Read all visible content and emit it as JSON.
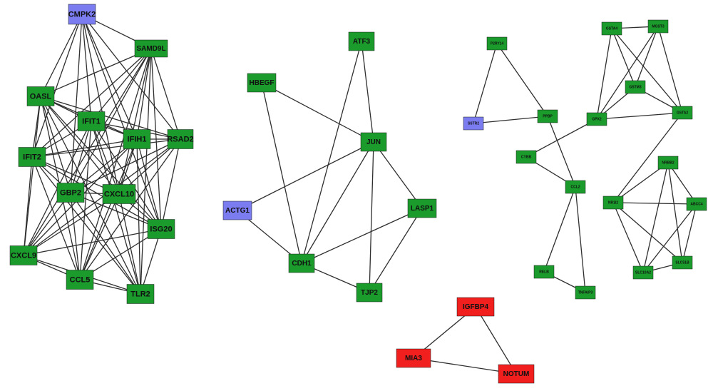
{
  "colors": {
    "green": "#1b9b2c",
    "blue": "#7b7cf0",
    "red": "#f21f1f",
    "edge": "#2f2f2f"
  },
  "networks": [
    {
      "id": "net-interferon",
      "nodes": [
        {
          "id": "CMPK2",
          "label": "CMPK2",
          "color": "blue"
        },
        {
          "id": "SAMD9L",
          "label": "SAMD9L",
          "color": "green"
        },
        {
          "id": "OASL",
          "label": "OASL",
          "color": "green"
        },
        {
          "id": "IFIT1",
          "label": "IFIT1",
          "color": "green"
        },
        {
          "id": "IFIH1",
          "label": "IFIH1",
          "color": "green"
        },
        {
          "id": "RSAD2",
          "label": "RSAD2",
          "color": "green"
        },
        {
          "id": "IFIT2",
          "label": "IFIT2",
          "color": "green"
        },
        {
          "id": "GBP2",
          "label": "GBP2",
          "color": "green"
        },
        {
          "id": "CXCL10",
          "label": "CXCL10",
          "color": "green"
        },
        {
          "id": "ISG20",
          "label": "ISG20",
          "color": "green"
        },
        {
          "id": "CXCL9",
          "label": "CXCL9",
          "color": "green"
        },
        {
          "id": "CCL5",
          "label": "CCL5",
          "color": "green"
        },
        {
          "id": "TLR2",
          "label": "TLR2",
          "color": "green"
        }
      ]
    },
    {
      "id": "net-jun",
      "nodes": [
        {
          "id": "ATF3",
          "label": "ATF3",
          "color": "green"
        },
        {
          "id": "HBEGF",
          "label": "HBEGF",
          "color": "green"
        },
        {
          "id": "JUN",
          "label": "JUN",
          "color": "green"
        },
        {
          "id": "ACTG1",
          "label": "ACTG1",
          "color": "blue"
        },
        {
          "id": "LASP1",
          "label": "LASP1",
          "color": "green"
        },
        {
          "id": "CDH1",
          "label": "CDH1",
          "color": "green"
        },
        {
          "id": "TJP2",
          "label": "TJP2",
          "color": "green"
        }
      ]
    },
    {
      "id": "net-gst",
      "nodes": [
        {
          "id": "P2RY14",
          "label": "P2RY14",
          "color": "green"
        },
        {
          "id": "SSTR2",
          "label": "SSTR2",
          "color": "blue"
        },
        {
          "id": "PPBP",
          "label": "PPBP",
          "color": "green"
        },
        {
          "id": "GSTA4",
          "label": "GSTA4",
          "color": "green"
        },
        {
          "id": "MGST3",
          "label": "MGST3",
          "color": "green"
        },
        {
          "id": "GSTM3",
          "label": "GSTM3",
          "color": "green"
        },
        {
          "id": "GPX2",
          "label": "GPX2",
          "color": "green"
        },
        {
          "id": "GSTA2",
          "label": "GSTA2",
          "color": "green"
        },
        {
          "id": "CYBB",
          "label": "CYBB",
          "color": "green"
        },
        {
          "id": "CCL2",
          "label": "CCL2",
          "color": "green"
        },
        {
          "id": "NRBB2",
          "label": "NRBB2",
          "color": "green"
        },
        {
          "id": "NR1I2",
          "label": "NR1I2",
          "color": "green"
        },
        {
          "id": "ABCC4",
          "label": "ABCC4",
          "color": "green"
        },
        {
          "id": "SLC51B",
          "label": "SLC51B",
          "color": "green"
        },
        {
          "id": "SLC10A2",
          "label": "SLC10A2",
          "color": "green"
        },
        {
          "id": "RELB",
          "label": "RELB",
          "color": "green"
        },
        {
          "id": "TNFAIP3",
          "label": "TNFAIP3",
          "color": "green"
        }
      ]
    },
    {
      "id": "net-igfbp",
      "nodes": [
        {
          "id": "IGFBP4",
          "label": "IGFBP4",
          "color": "red"
        },
        {
          "id": "MIA3",
          "label": "MIA3",
          "color": "red"
        },
        {
          "id": "NOTUM",
          "label": "NOTUM",
          "color": "red"
        }
      ]
    }
  ],
  "edges": [
    [
      "CMPK2",
      "SAMD9L"
    ],
    [
      "CMPK2",
      "OASL"
    ],
    [
      "CMPK2",
      "IFIT1"
    ],
    [
      "CMPK2",
      "IFIH1"
    ],
    [
      "CMPK2",
      "RSAD2"
    ],
    [
      "CMPK2",
      "IFIT2"
    ],
    [
      "CMPK2",
      "GBP2"
    ],
    [
      "CMPK2",
      "CXCL10"
    ],
    [
      "CMPK2",
      "ISG20"
    ],
    [
      "SAMD9L",
      "OASL"
    ],
    [
      "SAMD9L",
      "IFIT1"
    ],
    [
      "SAMD9L",
      "IFIH1"
    ],
    [
      "SAMD9L",
      "RSAD2"
    ],
    [
      "SAMD9L",
      "IFIT2"
    ],
    [
      "SAMD9L",
      "GBP2"
    ],
    [
      "SAMD9L",
      "CXCL10"
    ],
    [
      "SAMD9L",
      "ISG20"
    ],
    [
      "SAMD9L",
      "CXCL9"
    ],
    [
      "SAMD9L",
      "CCL5"
    ],
    [
      "SAMD9L",
      "TLR2"
    ],
    [
      "OASL",
      "IFIT1"
    ],
    [
      "OASL",
      "IFIH1"
    ],
    [
      "OASL",
      "RSAD2"
    ],
    [
      "OASL",
      "IFIT2"
    ],
    [
      "OASL",
      "GBP2"
    ],
    [
      "OASL",
      "CXCL10"
    ],
    [
      "OASL",
      "ISG20"
    ],
    [
      "OASL",
      "CXCL9"
    ],
    [
      "OASL",
      "CCL5"
    ],
    [
      "OASL",
      "TLR2"
    ],
    [
      "IFIT1",
      "IFIH1"
    ],
    [
      "IFIT1",
      "RSAD2"
    ],
    [
      "IFIT1",
      "IFIT2"
    ],
    [
      "IFIT1",
      "GBP2"
    ],
    [
      "IFIT1",
      "CXCL10"
    ],
    [
      "IFIT1",
      "ISG20"
    ],
    [
      "IFIT1",
      "CXCL9"
    ],
    [
      "IFIT1",
      "CCL5"
    ],
    [
      "IFIT1",
      "TLR2"
    ],
    [
      "IFIH1",
      "RSAD2"
    ],
    [
      "IFIH1",
      "IFIT2"
    ],
    [
      "IFIH1",
      "GBP2"
    ],
    [
      "IFIH1",
      "CXCL10"
    ],
    [
      "IFIH1",
      "ISG20"
    ],
    [
      "IFIH1",
      "CXCL9"
    ],
    [
      "IFIH1",
      "CCL5"
    ],
    [
      "IFIH1",
      "TLR2"
    ],
    [
      "RSAD2",
      "IFIT2"
    ],
    [
      "RSAD2",
      "GBP2"
    ],
    [
      "RSAD2",
      "CXCL10"
    ],
    [
      "RSAD2",
      "ISG20"
    ],
    [
      "RSAD2",
      "CXCL9"
    ],
    [
      "RSAD2",
      "CCL5"
    ],
    [
      "IFIT2",
      "GBP2"
    ],
    [
      "IFIT2",
      "CXCL10"
    ],
    [
      "IFIT2",
      "ISG20"
    ],
    [
      "IFIT2",
      "CXCL9"
    ],
    [
      "IFIT2",
      "CCL5"
    ],
    [
      "IFIT2",
      "TLR2"
    ],
    [
      "GBP2",
      "CXCL10"
    ],
    [
      "GBP2",
      "ISG20"
    ],
    [
      "GBP2",
      "CXCL9"
    ],
    [
      "GBP2",
      "CCL5"
    ],
    [
      "GBP2",
      "TLR2"
    ],
    [
      "CXCL10",
      "ISG20"
    ],
    [
      "CXCL10",
      "CXCL9"
    ],
    [
      "CXCL10",
      "CCL5"
    ],
    [
      "CXCL10",
      "TLR2"
    ],
    [
      "ISG20",
      "CXCL9"
    ],
    [
      "ISG20",
      "CCL5"
    ],
    [
      "ISG20",
      "TLR2"
    ],
    [
      "CXCL9",
      "CCL5"
    ],
    [
      "CXCL9",
      "TLR2"
    ],
    [
      "CCL5",
      "TLR2"
    ],
    [
      "HBEGF",
      "JUN"
    ],
    [
      "HBEGF",
      "CDH1"
    ],
    [
      "ATF3",
      "JUN"
    ],
    [
      "ATF3",
      "CDH1"
    ],
    [
      "JUN",
      "ACTG1"
    ],
    [
      "JUN",
      "CDH1"
    ],
    [
      "JUN",
      "LASP1"
    ],
    [
      "JUN",
      "TJP2"
    ],
    [
      "ACTG1",
      "CDH1"
    ],
    [
      "CDH1",
      "LASP1"
    ],
    [
      "CDH1",
      "TJP2"
    ],
    [
      "LASP1",
      "TJP2"
    ],
    [
      "P2RY14",
      "SSTR2"
    ],
    [
      "P2RY14",
      "PPBP"
    ],
    [
      "SSTR2",
      "PPBP"
    ],
    [
      "PPBP",
      "CCL2"
    ],
    [
      "GSTA4",
      "MGST3"
    ],
    [
      "GSTA4",
      "GSTM3"
    ],
    [
      "GSTA4",
      "GPX2"
    ],
    [
      "GSTA4",
      "GSTA2"
    ],
    [
      "MGST3",
      "GSTM3"
    ],
    [
      "MGST3",
      "GPX2"
    ],
    [
      "MGST3",
      "GSTA2"
    ],
    [
      "GSTM3",
      "GPX2"
    ],
    [
      "GSTM3",
      "GSTA2"
    ],
    [
      "GPX2",
      "GSTA2"
    ],
    [
      "GPX2",
      "CYBB"
    ],
    [
      "CYBB",
      "CCL2"
    ],
    [
      "CCL2",
      "RELB"
    ],
    [
      "CCL2",
      "TNFAIP3"
    ],
    [
      "RELB",
      "TNFAIP3"
    ],
    [
      "GSTA2",
      "NR1I2"
    ],
    [
      "NRBB2",
      "NR1I2"
    ],
    [
      "NRBB2",
      "ABCC4"
    ],
    [
      "NRBB2",
      "SLC51B"
    ],
    [
      "NRBB2",
      "SLC10A2"
    ],
    [
      "NR1I2",
      "ABCC4"
    ],
    [
      "NR1I2",
      "SLC51B"
    ],
    [
      "NR1I2",
      "SLC10A2"
    ],
    [
      "ABCC4",
      "SLC51B"
    ],
    [
      "ABCC4",
      "SLC10A2"
    ],
    [
      "SLC51B",
      "SLC10A2"
    ],
    [
      "IGFBP4",
      "MIA3"
    ],
    [
      "IGFBP4",
      "NOTUM"
    ],
    [
      "MIA3",
      "NOTUM"
    ]
  ]
}
